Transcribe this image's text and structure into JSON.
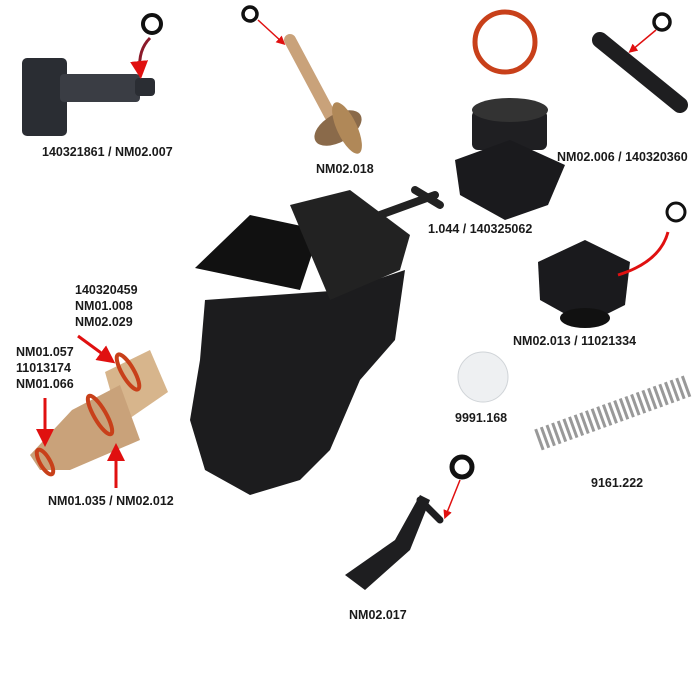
{
  "labels": {
    "valve_top_left": "140321861 / NM02.007",
    "piston_stem": "NM02.018",
    "pin_top_right": "NM02.006 / 140320360",
    "piston_block": "1.044 / 140325062",
    "square_base": "NM02.013 / 11021334",
    "nozzle_oring_top": [
      "140320459",
      "NM01.008",
      "NM02.029"
    ],
    "nozzle_oring_tip": [
      "NM01.057",
      "11013174",
      "NM01.066"
    ],
    "nozzle_oring_mid": "NM01.035 / NM02.012",
    "ball": "9991.168",
    "spring": "9161.222",
    "lever": "NM02.017"
  },
  "colors": {
    "arrow": "#e01010",
    "part_dark": "#1e1e20",
    "oring_red": "#c8401a",
    "brass": "#c9a27a"
  }
}
